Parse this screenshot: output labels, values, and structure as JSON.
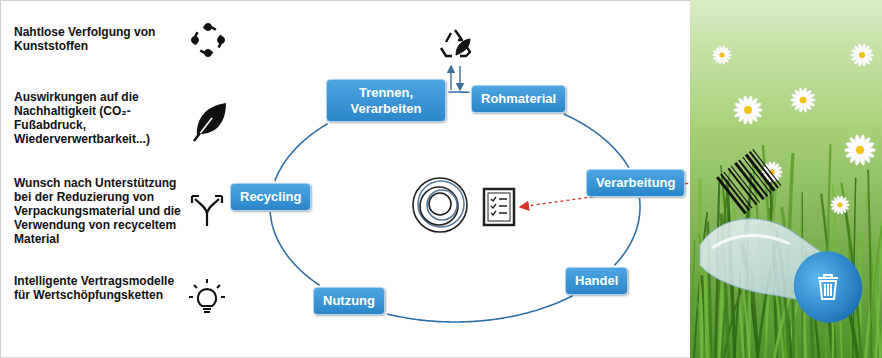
{
  "diagram": {
    "nodes": [
      {
        "text": [
          "Trennen, Verarbeiten"
        ]
      },
      {
        "text": [
          "Rohmaterial"
        ]
      },
      {
        "text": [
          "Verarbeitung"
        ]
      },
      {
        "text": [
          "Handel"
        ]
      },
      {
        "text": [
          "Nutzung"
        ]
      },
      {
        "text": [
          "Recycling"
        ]
      }
    ],
    "edges": [
      {
        "from": 1,
        "to": 2,
        "arrow": "none"
      },
      {
        "from": 2,
        "to": 3,
        "arrow": "none"
      },
      {
        "from": 3,
        "to": 4,
        "arrow": "none"
      },
      {
        "from": 4,
        "to": 5,
        "arrow": "none"
      },
      {
        "from": 5,
        "to": 0,
        "arrow": "none"
      },
      {
        "from": 0,
        "to": 1,
        "arrow": "none"
      }
    ],
    "labels": [
      "Nahtlose Verfolgung von Kunststoffen",
      "Auswirkungen auf die Nachhaltigkeit (CO₂-Fußabdruck, Wiederverwertbarkeit...)",
      "Wunsch nach Unterstützung bei der Reduzierung von Verpackungsmaterial und die Verwendung von recyceltem Material",
      "Intelligente Vertragsmodelle für Wertschöpfungsketten"
    ]
  }
}
